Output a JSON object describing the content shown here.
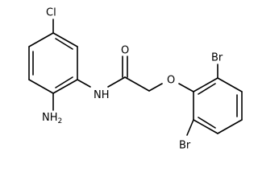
{
  "molecule": {
    "atoms": {
      "chloro": "Cl",
      "amide_nitrogen": "N",
      "amide_hydrogen": "H",
      "amine": "NH",
      "amine_subscript": "2",
      "carbonyl_oxygen": "O",
      "ether_oxygen": "O",
      "bromo_top": "Br",
      "bromo_bottom": "Br"
    },
    "colors": {
      "bond": "#000000",
      "label": "#000000",
      "background": "#ffffff"
    }
  }
}
